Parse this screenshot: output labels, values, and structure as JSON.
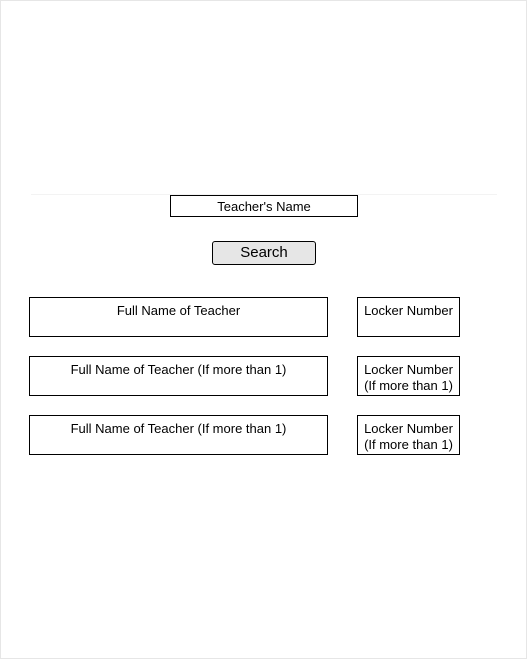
{
  "search": {
    "placeholder": "Teacher's Name",
    "button_label": "Search"
  },
  "results": [
    {
      "name": "Full Name of Teacher",
      "locker_line1": "Locker Number",
      "locker_line2": ""
    },
    {
      "name": "Full Name of Teacher (If more than 1)",
      "locker_line1": "Locker Number",
      "locker_line2": "(If more than 1)"
    },
    {
      "name": "Full Name of Teacher (If more than 1)",
      "locker_line1": "Locker Number",
      "locker_line2": "(If more than 1)"
    }
  ]
}
